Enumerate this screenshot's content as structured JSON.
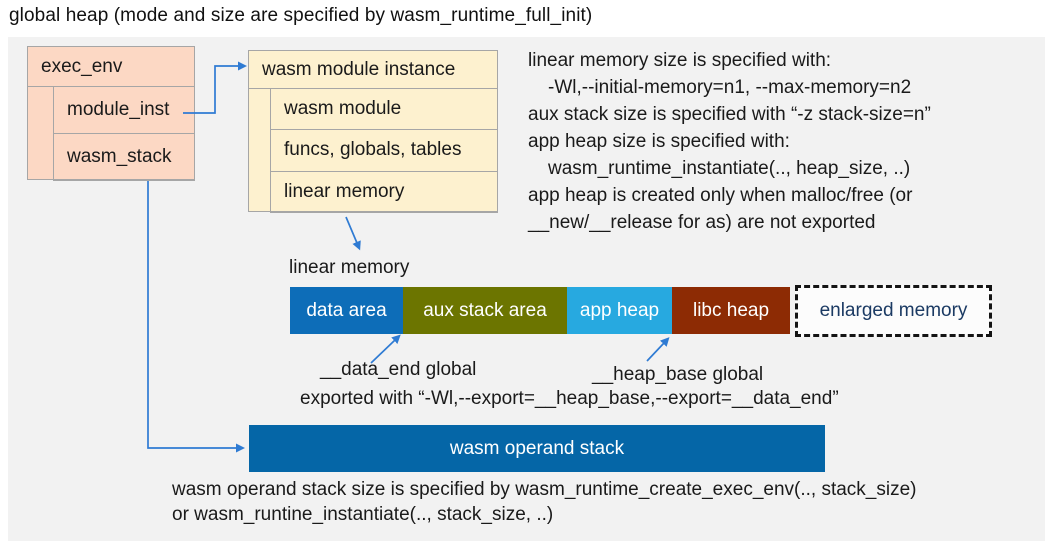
{
  "title": "global heap (mode and size are specified by wasm_runtime_full_init)",
  "colors": {
    "panel_bg": "#f2f2f2",
    "box_salmon": "#fcd8c4",
    "box_cream": "#fdf1cf",
    "box_border": "#a6a6a6",
    "arrow": "#2f7bd3",
    "enlarged_text": "#1b3a63",
    "text": "#1a1a1a"
  },
  "exec_env": {
    "title": "exec_env",
    "rows": [
      {
        "label": "module_inst"
      },
      {
        "label": "wasm_stack"
      }
    ]
  },
  "module_instance": {
    "title": "wasm module instance",
    "rows": [
      {
        "label": "wasm module"
      },
      {
        "label": "funcs, globals, tables"
      },
      {
        "label": "linear memory"
      }
    ]
  },
  "notes": {
    "lines": [
      "linear memory size is specified with:",
      "-Wl,--initial-memory=n1, --max-memory=n2",
      "aux stack size is specified with “-z stack-size=n”",
      "app heap size is specified with:",
      "wasm_runtime_instantiate(.., heap_size, ..)",
      "app heap is created only when malloc/free (or",
      "__new/__release for as) are not exported"
    ]
  },
  "linear_memory": {
    "label": "linear memory",
    "segments": [
      {
        "label": "data area",
        "color": "#0d6db8"
      },
      {
        "label": "aux stack area",
        "color": "#6c7500"
      },
      {
        "label": "app heap",
        "color": "#27a9e0"
      },
      {
        "label": "libc heap",
        "color": "#8d2b04"
      }
    ],
    "enlarged_label": "enlarged memory",
    "data_end_label": "__data_end global",
    "heap_base_label": "__heap_base global",
    "export_note": "exported with “-Wl,--export=__heap_base,--export=__data_end”"
  },
  "operand_stack": {
    "label": "wasm operand stack",
    "color": "#0566a7",
    "notes": [
      "wasm operand stack size is specified by wasm_runtime_create_exec_env(.., stack_size)",
      "or wasm_runtine_instantiate(.., stack_size, ..)"
    ]
  }
}
